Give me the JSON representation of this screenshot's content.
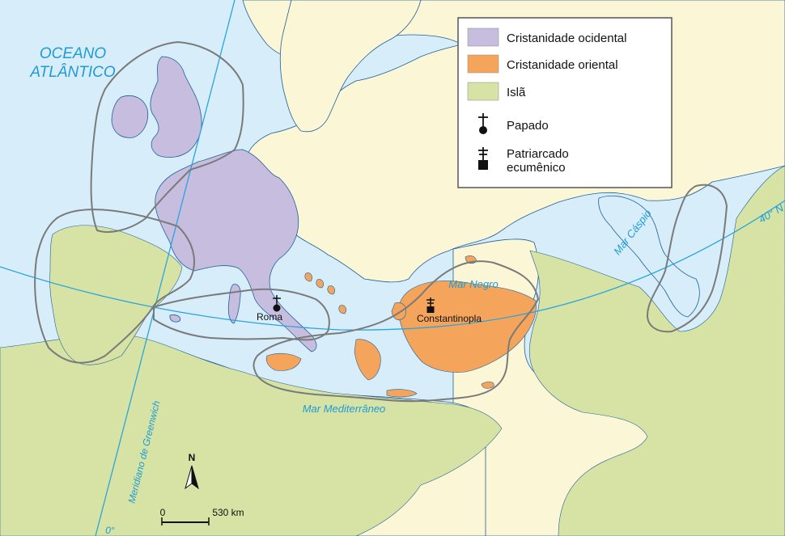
{
  "colors": {
    "sea": "#d7eefa",
    "land": "#fbf6d6",
    "coast": "#1e5f9a",
    "western": "#c7bddf",
    "eastern": "#f4a55b",
    "islam": "#d6e3a4",
    "boundary": "#7a7a7a",
    "lines": "#2aa4dc",
    "labels": "#1e9bd7"
  },
  "labels": {
    "ocean_line1": "OCEANO",
    "ocean_line2": "ATLÂNTICO",
    "black_sea": "Mar Negro",
    "caspian": "Mar Cáspio",
    "mediterranean": "Mar Mediterrâneo",
    "meridian": "Meridiano de Greenwich",
    "zero": "0°",
    "parallel": "40° N"
  },
  "cities": {
    "rome": "Roma",
    "constantinople": "Constantinopla"
  },
  "legend": {
    "items": [
      {
        "label": "Cristanidade ocidental",
        "swatch": "western"
      },
      {
        "label": "Cristanidade oriental",
        "swatch": "eastern"
      },
      {
        "label": "Islã",
        "swatch": "islam"
      },
      {
        "label": "Papado",
        "swatch": "papacy-icon"
      },
      {
        "label": "Patriarcado",
        "swatch": "patriarchate-icon"
      }
    ],
    "patriarch_line2": "ecumênico"
  },
  "compass": {
    "letter": "N"
  },
  "scale": {
    "zero": "0",
    "distance": "530 km"
  }
}
